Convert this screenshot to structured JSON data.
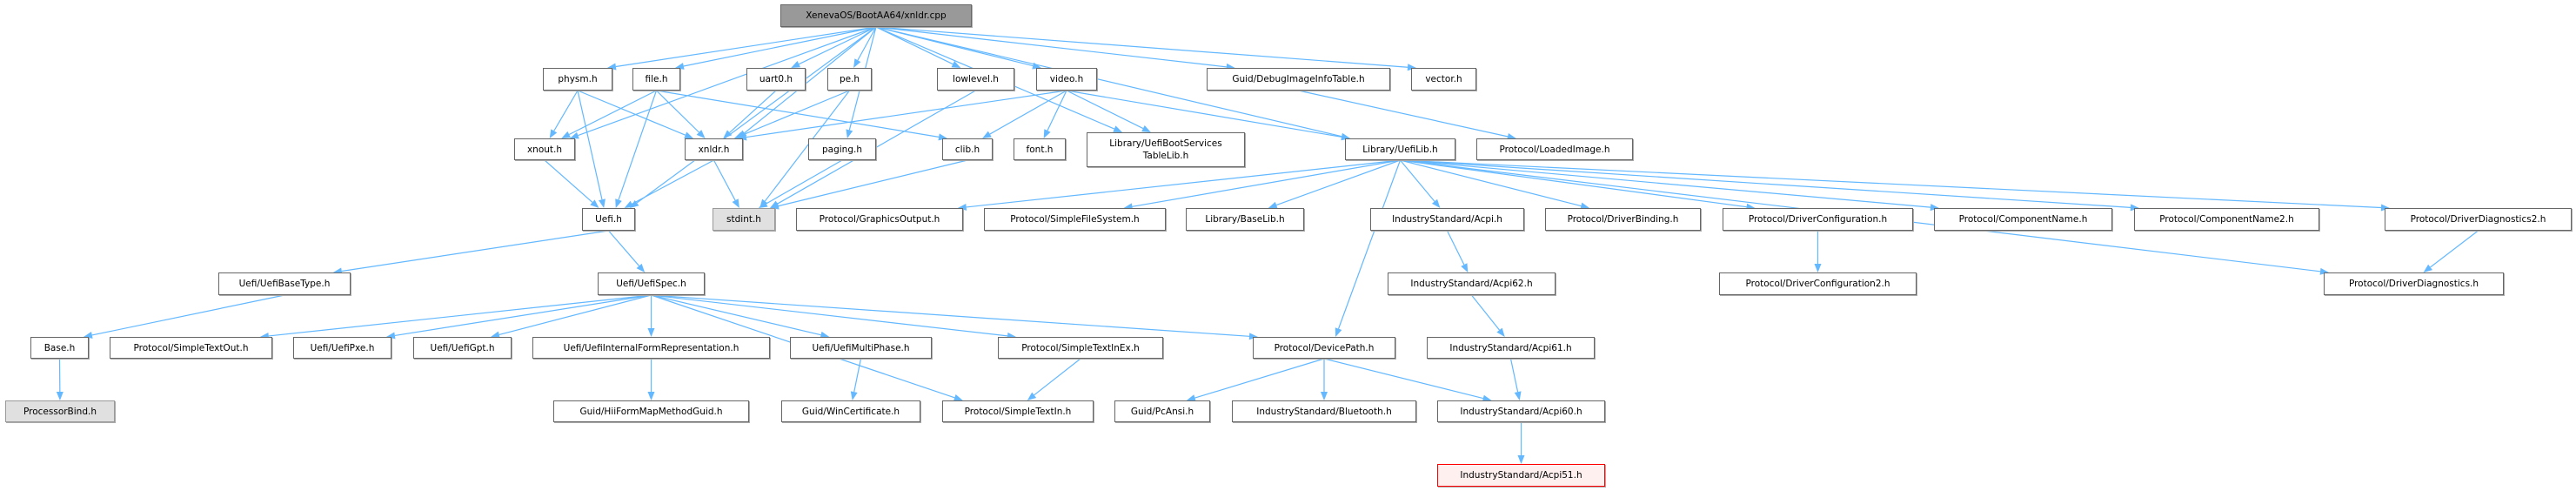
{
  "colors": {
    "edge": "#63b8ff",
    "node_border": "#666666",
    "root_fill": "#999999",
    "external_fill": "#e0e0e0",
    "error_border": "#ff0000",
    "error_fill": "#fff0f0"
  },
  "graph": {
    "nodes": [
      {
        "id": "root",
        "label": "XenevaOS/BootAA64/xnldr.cpp",
        "kind": "root"
      },
      {
        "id": "physm",
        "label": "physm.h",
        "kind": "normal"
      },
      {
        "id": "file",
        "label": "file.h",
        "kind": "normal"
      },
      {
        "id": "uart0",
        "label": "uart0.h",
        "kind": "normal"
      },
      {
        "id": "pe",
        "label": "pe.h",
        "kind": "normal"
      },
      {
        "id": "lowlevel",
        "label": "lowlevel.h",
        "kind": "normal"
      },
      {
        "id": "video",
        "label": "video.h",
        "kind": "normal"
      },
      {
        "id": "debugimg",
        "label": "Guid/DebugImageInfoTable.h",
        "kind": "normal"
      },
      {
        "id": "vector",
        "label": "vector.h",
        "kind": "normal"
      },
      {
        "id": "xnout",
        "label": "xnout.h",
        "kind": "normal"
      },
      {
        "id": "xnldr",
        "label": "xnldr.h",
        "kind": "normal"
      },
      {
        "id": "paging",
        "label": "paging.h",
        "kind": "normal"
      },
      {
        "id": "clib",
        "label": "clib.h",
        "kind": "normal"
      },
      {
        "id": "font",
        "label": "font.h",
        "kind": "normal"
      },
      {
        "id": "bootsvc",
        "label": "Library/UefiBootServices\nTableLib.h",
        "kind": "normal"
      },
      {
        "id": "uefilib",
        "label": "Library/UefiLib.h",
        "kind": "normal"
      },
      {
        "id": "loadedimg",
        "label": "Protocol/LoadedImage.h",
        "kind": "normal"
      },
      {
        "id": "uefi",
        "label": "Uefi.h",
        "kind": "normal"
      },
      {
        "id": "stdint",
        "label": "stdint.h",
        "kind": "external"
      },
      {
        "id": "gop",
        "label": "Protocol/GraphicsOutput.h",
        "kind": "normal"
      },
      {
        "id": "sfs",
        "label": "Protocol/SimpleFileSystem.h",
        "kind": "normal"
      },
      {
        "id": "baselib",
        "label": "Library/BaseLib.h",
        "kind": "normal"
      },
      {
        "id": "acpi",
        "label": "IndustryStandard/Acpi.h",
        "kind": "normal"
      },
      {
        "id": "drvbind",
        "label": "Protocol/DriverBinding.h",
        "kind": "normal"
      },
      {
        "id": "drvconf",
        "label": "Protocol/DriverConfiguration.h",
        "kind": "normal"
      },
      {
        "id": "compname",
        "label": "Protocol/ComponentName.h",
        "kind": "normal"
      },
      {
        "id": "compname2",
        "label": "Protocol/ComponentName2.h",
        "kind": "normal"
      },
      {
        "id": "drvdiag2",
        "label": "Protocol/DriverDiagnostics2.h",
        "kind": "normal"
      },
      {
        "id": "basetype",
        "label": "Uefi/UefiBaseType.h",
        "kind": "normal"
      },
      {
        "id": "uefispec",
        "label": "Uefi/UefiSpec.h",
        "kind": "normal"
      },
      {
        "id": "acpi62",
        "label": "IndustryStandard/Acpi62.h",
        "kind": "normal"
      },
      {
        "id": "drvconf2",
        "label": "Protocol/DriverConfiguration2.h",
        "kind": "normal"
      },
      {
        "id": "drvdiag",
        "label": "Protocol/DriverDiagnostics.h",
        "kind": "normal"
      },
      {
        "id": "base",
        "label": "Base.h",
        "kind": "normal"
      },
      {
        "id": "sto",
        "label": "Protocol/SimpleTextOut.h",
        "kind": "normal"
      },
      {
        "id": "pxe",
        "label": "Uefi/UefiPxe.h",
        "kind": "normal"
      },
      {
        "id": "gpt",
        "label": "Uefi/UefiGpt.h",
        "kind": "normal"
      },
      {
        "id": "ifr",
        "label": "Uefi/UefiInternalFormRepresentation.h",
        "kind": "normal"
      },
      {
        "id": "multiphase",
        "label": "Uefi/UefiMultiPhase.h",
        "kind": "normal"
      },
      {
        "id": "stiex",
        "label": "Protocol/SimpleTextInEx.h",
        "kind": "normal"
      },
      {
        "id": "devpath",
        "label": "Protocol/DevicePath.h",
        "kind": "normal"
      },
      {
        "id": "acpi61",
        "label": "IndustryStandard/Acpi61.h",
        "kind": "normal"
      },
      {
        "id": "procbind",
        "label": "ProcessorBind.h",
        "kind": "external"
      },
      {
        "id": "hiiform",
        "label": "Guid/HiiFormMapMethodGuid.h",
        "kind": "normal"
      },
      {
        "id": "wincert",
        "label": "Guid/WinCertificate.h",
        "kind": "normal"
      },
      {
        "id": "sti",
        "label": "Protocol/SimpleTextIn.h",
        "kind": "normal"
      },
      {
        "id": "pcansi",
        "label": "Guid/PcAnsi.h",
        "kind": "normal"
      },
      {
        "id": "bluetooth",
        "label": "IndustryStandard/Bluetooth.h",
        "kind": "normal"
      },
      {
        "id": "acpi60",
        "label": "IndustryStandard/Acpi60.h",
        "kind": "normal"
      },
      {
        "id": "acpi51",
        "label": "IndustryStandard/Acpi51.h",
        "kind": "error"
      }
    ],
    "edges": [
      [
        "root",
        "physm"
      ],
      [
        "root",
        "file"
      ],
      [
        "root",
        "uart0"
      ],
      [
        "root",
        "pe"
      ],
      [
        "root",
        "lowlevel"
      ],
      [
        "root",
        "video"
      ],
      [
        "root",
        "debugimg"
      ],
      [
        "root",
        "vector"
      ],
      [
        "root",
        "xnout"
      ],
      [
        "root",
        "xnldr"
      ],
      [
        "root",
        "paging"
      ],
      [
        "root",
        "uefi"
      ],
      [
        "root",
        "bootsvc"
      ],
      [
        "root",
        "uefilib"
      ],
      [
        "physm",
        "xnout"
      ],
      [
        "physm",
        "xnldr"
      ],
      [
        "physm",
        "uefi"
      ],
      [
        "file",
        "xnout"
      ],
      [
        "file",
        "uefi"
      ],
      [
        "file",
        "xnldr"
      ],
      [
        "file",
        "clib"
      ],
      [
        "uart0",
        "xnldr"
      ],
      [
        "pe",
        "xnldr"
      ],
      [
        "pe",
        "stdint"
      ],
      [
        "lowlevel",
        "stdint"
      ],
      [
        "video",
        "xnldr"
      ],
      [
        "video",
        "clib"
      ],
      [
        "video",
        "font"
      ],
      [
        "video",
        "bootsvc"
      ],
      [
        "video",
        "uefilib"
      ],
      [
        "debugimg",
        "loadedimg"
      ],
      [
        "xnout",
        "uefi"
      ],
      [
        "xnldr",
        "uefi"
      ],
      [
        "xnldr",
        "stdint"
      ],
      [
        "paging",
        "stdint"
      ],
      [
        "clib",
        "stdint"
      ],
      [
        "uefilib",
        "gop"
      ],
      [
        "uefilib",
        "sfs"
      ],
      [
        "uefilib",
        "baselib"
      ],
      [
        "uefilib",
        "devpath"
      ],
      [
        "uefilib",
        "acpi"
      ],
      [
        "uefilib",
        "drvbind"
      ],
      [
        "uefilib",
        "drvconf"
      ],
      [
        "uefilib",
        "compname"
      ],
      [
        "uefilib",
        "compname2"
      ],
      [
        "uefilib",
        "drvdiag2"
      ],
      [
        "uefilib",
        "drvdiag"
      ],
      [
        "acpi",
        "acpi62"
      ],
      [
        "acpi62",
        "acpi61"
      ],
      [
        "acpi61",
        "acpi60"
      ],
      [
        "acpi60",
        "acpi51"
      ],
      [
        "drvconf",
        "drvconf2"
      ],
      [
        "drvdiag2",
        "drvdiag"
      ],
      [
        "uefi",
        "basetype"
      ],
      [
        "uefi",
        "uefispec"
      ],
      [
        "basetype",
        "base"
      ],
      [
        "base",
        "procbind"
      ],
      [
        "uefispec",
        "sto"
      ],
      [
        "uefispec",
        "pxe"
      ],
      [
        "uefispec",
        "gpt"
      ],
      [
        "uefispec",
        "ifr"
      ],
      [
        "uefispec",
        "multiphase"
      ],
      [
        "uefispec",
        "stiex"
      ],
      [
        "uefispec",
        "sti"
      ],
      [
        "uefispec",
        "devpath"
      ],
      [
        "ifr",
        "hiiform"
      ],
      [
        "multiphase",
        "wincert"
      ],
      [
        "stiex",
        "sti"
      ],
      [
        "devpath",
        "pcansi"
      ],
      [
        "devpath",
        "bluetooth"
      ],
      [
        "devpath",
        "acpi60"
      ]
    ]
  }
}
